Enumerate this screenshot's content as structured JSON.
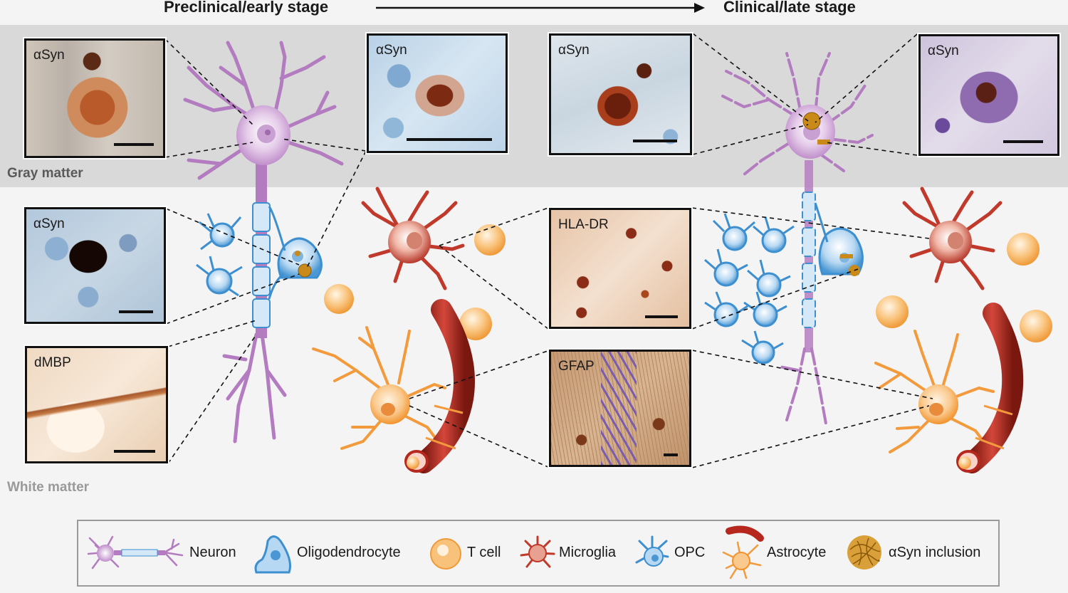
{
  "header": {
    "left_stage": "Preclinical/early stage",
    "right_stage": "Clinical/late stage"
  },
  "regions": {
    "gray": "Gray matter",
    "white": "White matter"
  },
  "panels": {
    "left_top": "αSyn",
    "center_top_left": "αSyn",
    "center_top_right": "αSyn",
    "right_top": "αSyn",
    "left_mid": "αSyn",
    "left_bottom": "dMBP",
    "center_mid": "HLA-DR",
    "center_bottom": "GFAP"
  },
  "legend": {
    "neuron": "Neuron",
    "oligodendrocyte": "Oligodendrocyte",
    "tcell": "T cell",
    "microglia": "Microglia",
    "opc": "OPC",
    "astrocyte": "Astrocyte",
    "inclusion": "αSyn inclusion"
  },
  "colors": {
    "neuron": "#b47cc0",
    "oligodendrocyte": "#3d8fd0",
    "tcell": "#f4a84c",
    "microglia": "#c0392b",
    "astrocyte": "#f39a3c",
    "vessel": "#b6281e",
    "inclusion": "#c98a1a"
  }
}
